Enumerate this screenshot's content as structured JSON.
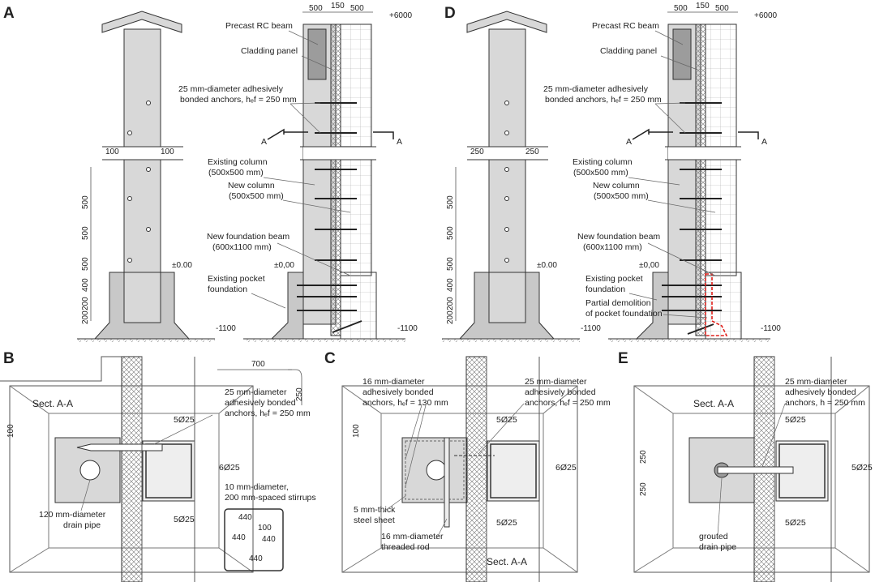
{
  "panels": {
    "A": {
      "label": "A",
      "annotations": {
        "precast_beam": "Precast RC beam",
        "cladding": "Cladding panel",
        "anchors_l1": "25 mm-diameter adhesively",
        "anchors_l2": "bonded anchors, hₑf = 250 mm",
        "existing_col_l1": "Existing column",
        "existing_col_l2": "(500x500 mm)",
        "new_col_l1": "New column",
        "new_col_l2": "(500x500 mm)",
        "new_beam_l1": "New foundation beam",
        "new_beam_l2": "(600x1100 mm)",
        "pocket_l1": "Existing pocket",
        "pocket_l2": "foundation"
      },
      "dims": {
        "top_500a": "500",
        "top_150": "150",
        "top_500b": "500",
        "elev_top": "+6000",
        "elev_zero_left": "±0.00",
        "elev_zero_right": "±0,00",
        "elev_bottom": "-1100",
        "gap_left": "100",
        "gap_right": "100",
        "v_500a": "500",
        "v_500b": "500",
        "v_500c": "500",
        "v_400": "400",
        "v_200a": "200",
        "v_200b": "200",
        "section_mark": "A"
      }
    },
    "D": {
      "label": "D",
      "annotations": {
        "precast_beam": "Precast RC beam",
        "cladding": "Cladding panel",
        "anchors_l1": "25 mm-diameter adhesively",
        "anchors_l2": "bonded anchors, hₑf = 250 mm",
        "existing_col_l1": "Existing column",
        "existing_col_l2": "(500x500 mm)",
        "new_col_l1": "New column",
        "new_col_l2": "(500x500 mm)",
        "new_beam_l1": "New foundation beam",
        "new_beam_l2": "(600x1100 mm)",
        "pocket_l1": "Existing pocket",
        "pocket_l2": "foundation",
        "demolition_l1": "Partial demolition",
        "demolition_l2": "of pocket foundation"
      },
      "dims": {
        "top_500a": "500",
        "top_150": "150",
        "top_500b": "500",
        "elev_top": "+6000",
        "elev_zero_left": "±0.00",
        "elev_zero_right": "±0,00",
        "elev_bottom": "-1100",
        "gap_left": "250",
        "gap_right": "250",
        "v_500a": "500",
        "v_500b": "500",
        "v_500c": "500",
        "v_400": "400",
        "v_200a": "200",
        "v_200b": "200",
        "section_mark": "A"
      }
    },
    "B": {
      "label": "B",
      "section_title": "Sect. A-A",
      "annotations": {
        "anchors_l1": "25 mm-diameter",
        "anchors_l2": "adhesively bonded",
        "anchors_l3": "anchors, hₑf = 250 mm",
        "drain_l1": "120 mm-diameter",
        "drain_l2": "drain pipe",
        "stirrups_l1": "10 mm-diameter,",
        "stirrups_l2": "200 mm-spaced stirrups",
        "bars_top": "5Ø25",
        "bars_side": "6Ø25",
        "bars_bottom": "5Ø25"
      },
      "dims": {
        "d_700": "700",
        "d_250": "250",
        "d_100": "100",
        "st_440a": "440",
        "st_100": "100",
        "st_440b": "440",
        "st_440c": "440",
        "st_440d": "440"
      }
    },
    "C": {
      "label": "C",
      "section_title": "Sect. A-A",
      "annotations": {
        "small_anch_l1": "16 mm-diameter",
        "small_anch_l2": "adhesively bonded",
        "small_anch_l3": "anchors, hₑf = 130 mm",
        "big_anch_l1": "25 mm-diameter",
        "big_anch_l2": "adhesively bonded",
        "big_anch_l3": "anchors, hₑf = 250 mm",
        "sheet_l1": "5 mm-thick",
        "sheet_l2": "steel sheet",
        "rod_l1": "16 mm-diameter",
        "rod_l2": "threaded rod",
        "bars_top": "5Ø25",
        "bars_side": "6Ø25",
        "bars_bottom": "5Ø25"
      },
      "dims": {
        "d_100": "100"
      }
    },
    "E": {
      "label": "E",
      "section_title": "Sect. A-A",
      "annotations": {
        "anchors_l1": "25 mm-diameter",
        "anchors_l2": "adhesively bonded",
        "anchors_l3": "anchors, h    = 250 mm",
        "grout_l1": "grouted",
        "grout_l2": "drain pipe",
        "bars_top": "5Ø25",
        "bars_side": "5Ø25",
        "bars_bottom": "5Ø25"
      },
      "dims": {
        "d_250a": "250",
        "d_250b": "250"
      }
    }
  },
  "colors": {
    "concrete": "#d8d8d8",
    "concrete_dark": "#9c9c9c",
    "line": "#333333",
    "demolition": "#e0201b"
  }
}
